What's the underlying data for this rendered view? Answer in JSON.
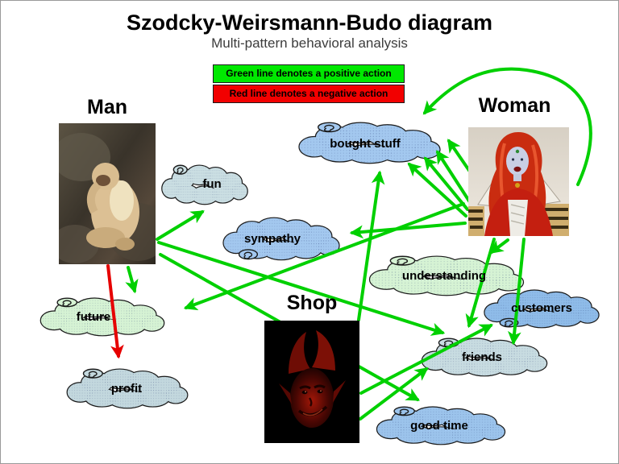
{
  "title": "Szodcky-Weirsmann-Budo diagram",
  "subtitle": "Multi-pattern behavioral analysis",
  "legend": {
    "positive": {
      "label": "Green line denotes a positive action",
      "box_color": "#00e800",
      "line_color": "#00d000"
    },
    "negative": {
      "label": "Red line denotes a negative action",
      "box_color": "#f20000",
      "line_color": "#e60000"
    }
  },
  "actors": {
    "man": {
      "label": "Man",
      "photo": "gibbon monkey sitting on rocks"
    },
    "woman": {
      "label": "Woman",
      "photo": "woman with red hair, pale face paint and red costume"
    },
    "shop": {
      "label": "Shop",
      "photo": "red devil face on black background"
    }
  },
  "clouds": {
    "bought_stuff": {
      "label": "bought stuff",
      "color": "#a3c8ef"
    },
    "fun": {
      "label": "fun",
      "color": "#cbdfe3"
    },
    "sympathy": {
      "label": "sympathy",
      "color": "#a3c8ef"
    },
    "understanding": {
      "label": "understanding",
      "color": "#d6f3d4"
    },
    "customers": {
      "label": "customers",
      "color": "#8fbce9"
    },
    "future": {
      "label": "future",
      "color": "#d6f3d4"
    },
    "friends": {
      "label": "friends",
      "color": "#c8dce1"
    },
    "profit": {
      "label": "profit",
      "color": "#c3d8de"
    },
    "good_time": {
      "label": "good time",
      "color": "#9cc4ec"
    }
  },
  "edges": [
    {
      "from": "Man",
      "to": "fun",
      "type": "positive"
    },
    {
      "from": "Man",
      "to": "future",
      "type": "positive"
    },
    {
      "from": "Man",
      "to": "friends",
      "type": "positive"
    },
    {
      "from": "Man",
      "to": "good time",
      "type": "positive"
    },
    {
      "from": "Man",
      "to": "profit",
      "type": "negative"
    },
    {
      "from": "Woman",
      "to": "bought stuff",
      "type": "positive",
      "count": 5
    },
    {
      "from": "Woman",
      "to": "sympathy",
      "type": "positive"
    },
    {
      "from": "Woman",
      "to": "understanding",
      "type": "positive"
    },
    {
      "from": "Woman",
      "to": "future",
      "type": "positive"
    },
    {
      "from": "Woman",
      "to": "friends",
      "type": "positive",
      "count": 2
    },
    {
      "from": "Shop",
      "to": "bought stuff",
      "type": "positive"
    },
    {
      "from": "Shop",
      "to": "customers",
      "type": "positive"
    },
    {
      "from": "Shop",
      "to": "friends",
      "type": "positive"
    }
  ]
}
